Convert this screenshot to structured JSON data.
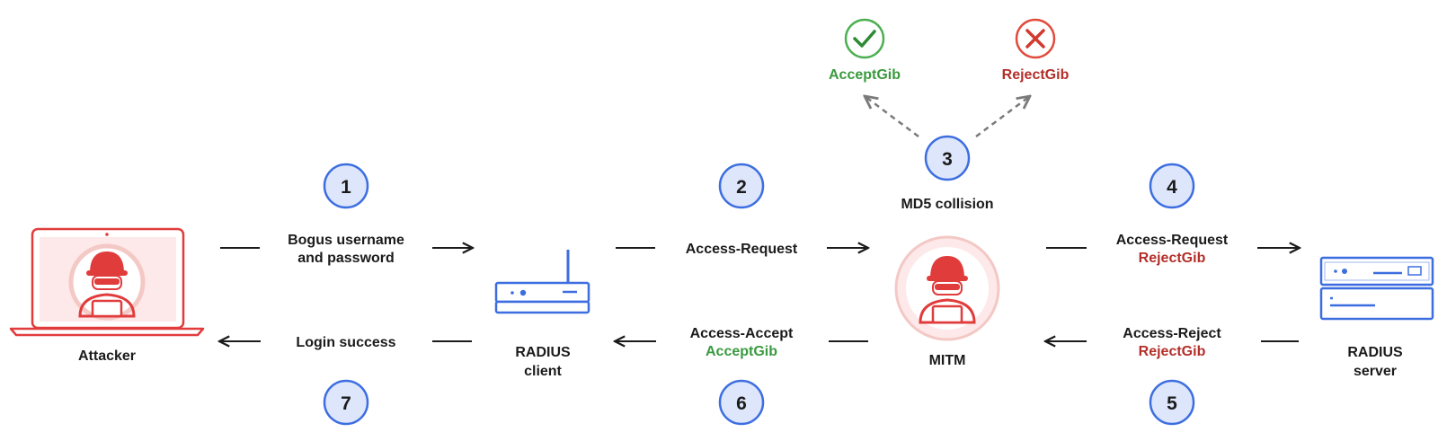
{
  "colors": {
    "badge_fill": "#dde6fb",
    "badge_stroke": "#3d6ee0",
    "attacker_red": "#e13c3c",
    "accept_green": "#3a9a3e",
    "reject_red": "#b32f2a",
    "device_blue": "#3d6ee0"
  },
  "nodes": {
    "attacker": {
      "label": "Attacker",
      "icon": "laptop-hacker-icon"
    },
    "radius_client": {
      "line1": "RADIUS",
      "line2": "client",
      "icon": "router-icon"
    },
    "mitm": {
      "label": "MITM",
      "icon": "hacker-icon"
    },
    "radius_server": {
      "line1": "RADIUS",
      "line2": "server",
      "icon": "server-icon"
    }
  },
  "steps": [
    {
      "number": "1",
      "line1": "Bogus username",
      "line2": "and password"
    },
    {
      "number": "2",
      "line1": "Access-Request"
    },
    {
      "number": "3",
      "line1": "MD5 collision"
    },
    {
      "number": "4",
      "line1": "Access-Request",
      "line2": "RejectGib"
    },
    {
      "number": "5",
      "line1": "Access-Reject",
      "line2": "RejectGib"
    },
    {
      "number": "6",
      "line1": "Access-Accept",
      "line2": "AcceptGib"
    },
    {
      "number": "7",
      "line1": "Login success"
    }
  ],
  "outcomes": {
    "accept": {
      "label": "AcceptGib",
      "icon": "check-icon"
    },
    "reject": {
      "label": "RejectGib",
      "icon": "x-icon"
    }
  }
}
